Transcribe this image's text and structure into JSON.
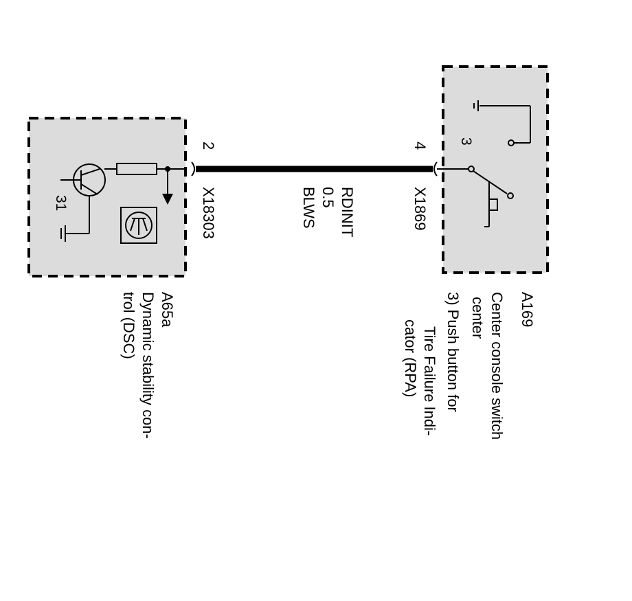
{
  "module_left": {
    "id": "A65a",
    "desc_line1": "Dynamic stability con-",
    "desc_line2": "trol (DSC)",
    "ground_terminal": "31"
  },
  "module_right": {
    "id": "A169",
    "desc_line1": "Center console switch",
    "desc_line2": "center",
    "desc_line3": "3) Push button for",
    "desc_line4": "Tire Failure Indi-",
    "desc_line5": "cator (RPA)",
    "internal_pin": "3"
  },
  "connection": {
    "left_pin": "2",
    "left_connector": "X18303",
    "right_pin": "4",
    "right_connector": "X1869",
    "signal": "RDINIT",
    "gauge": "0.5",
    "color_code": "BLWS"
  },
  "colors": {
    "box_fill": "#dcdcdc",
    "line": "#000000"
  }
}
